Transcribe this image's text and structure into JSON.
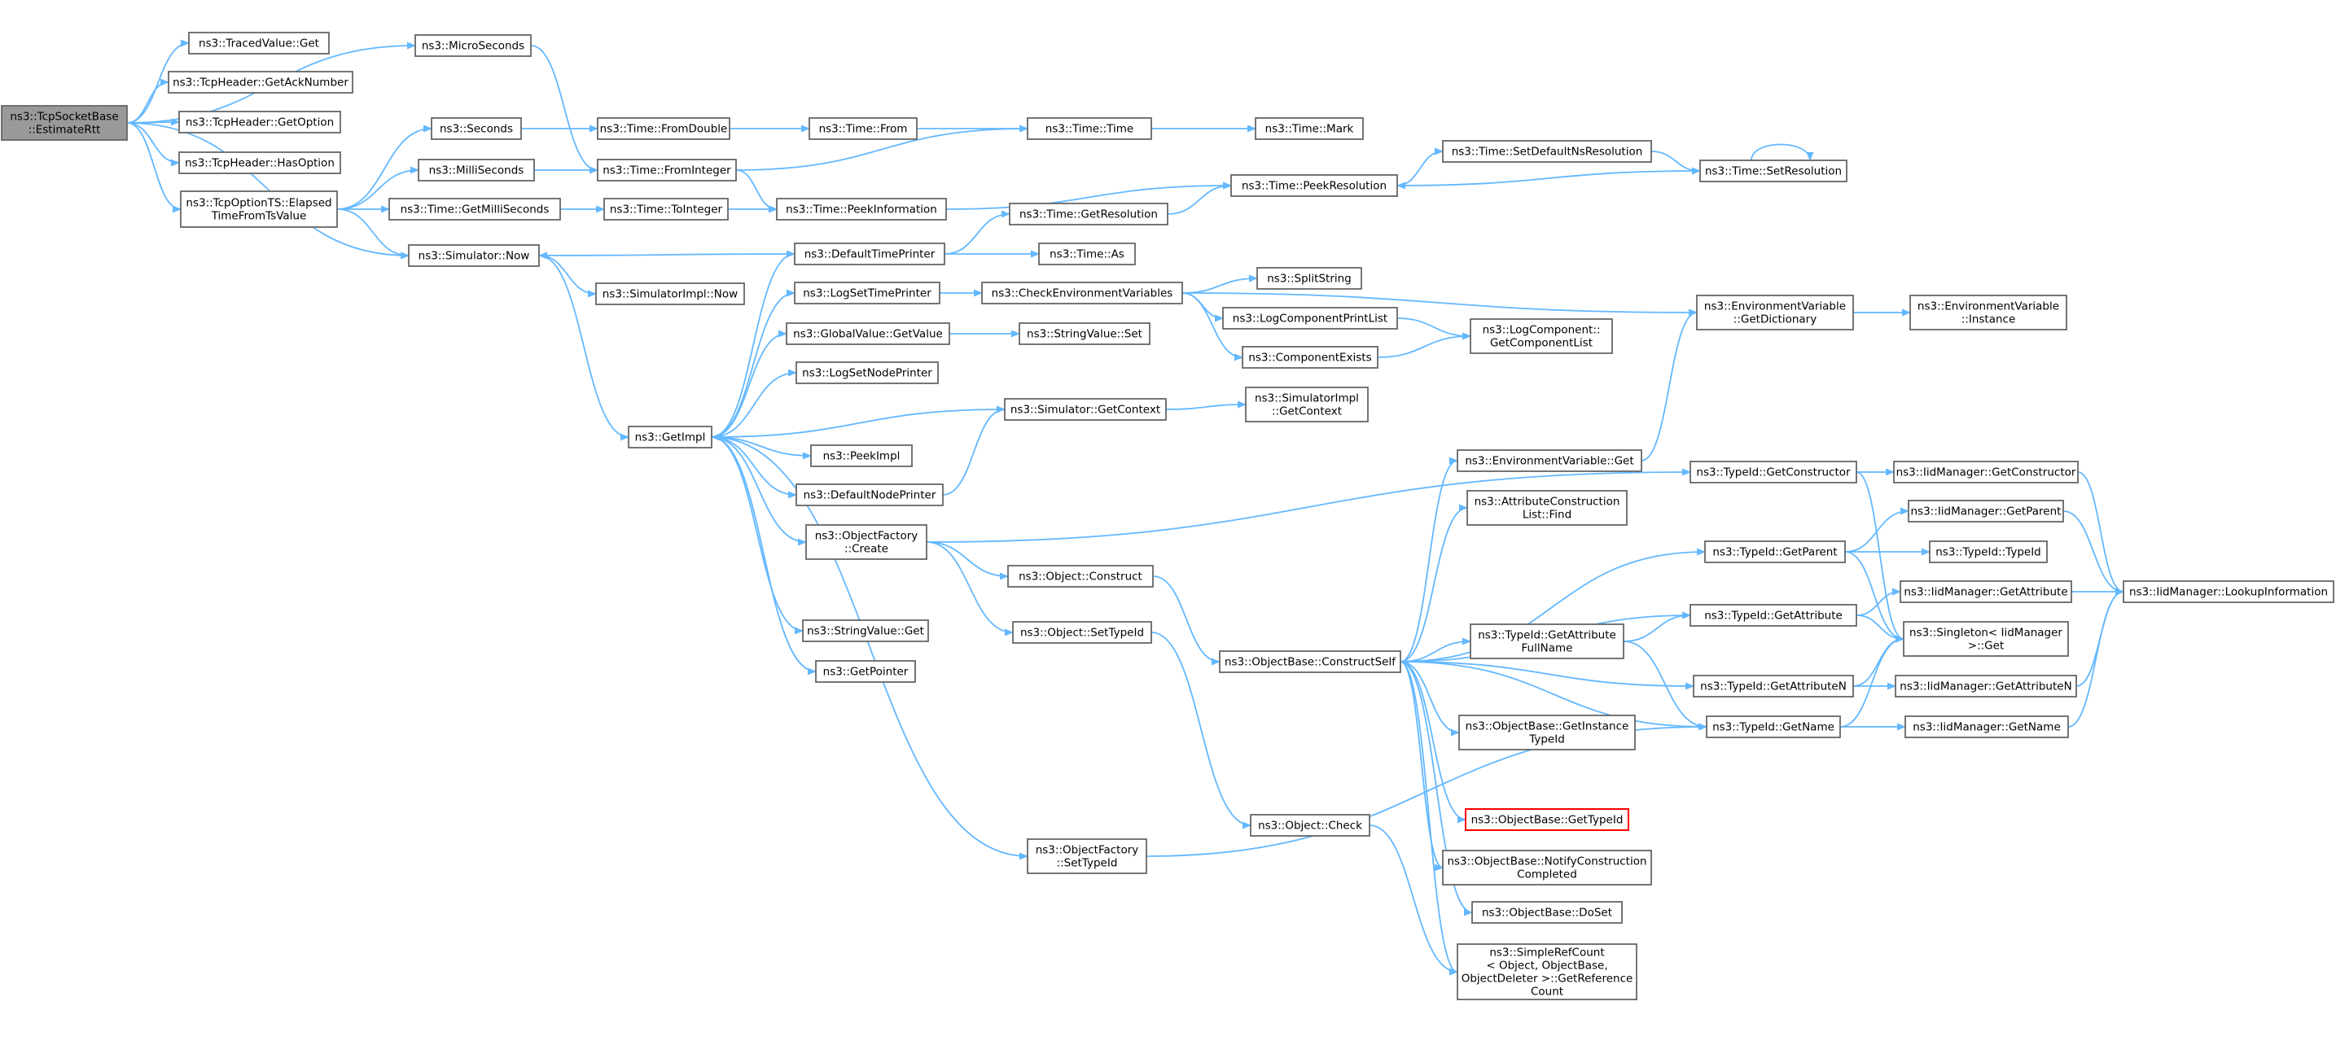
{
  "graph": {
    "title": "ns3::TcpSocketBase::EstimateRtt call graph",
    "colors": {
      "edge": "#63b8ff",
      "node_border": "#666666",
      "root_fill": "#999999",
      "highlight_border": "#ff0000"
    },
    "nodes": [
      {
        "id": "root",
        "lines": [
          "ns3::TcpSocketBase",
          "::EstimateRtt"
        ]
      },
      {
        "id": "tracedGet",
        "lines": [
          "ns3::TracedValue::Get"
        ]
      },
      {
        "id": "micro",
        "lines": [
          "ns3::MicroSeconds"
        ]
      },
      {
        "id": "ackNum",
        "lines": [
          "ns3::TcpHeader::GetAckNumber"
        ]
      },
      {
        "id": "getOpt",
        "lines": [
          "ns3::TcpHeader::GetOption"
        ]
      },
      {
        "id": "hasOpt",
        "lines": [
          "ns3::TcpHeader::HasOption"
        ]
      },
      {
        "id": "tsElapsed",
        "lines": [
          "ns3::TcpOptionTS::Elapsed",
          "TimeFromTsValue"
        ]
      },
      {
        "id": "seconds",
        "lines": [
          "ns3::Seconds"
        ]
      },
      {
        "id": "milli",
        "lines": [
          "ns3::MilliSeconds"
        ]
      },
      {
        "id": "getMilli",
        "lines": [
          "ns3::Time::GetMilliSeconds"
        ]
      },
      {
        "id": "simNow",
        "lines": [
          "ns3::Simulator::Now"
        ]
      },
      {
        "id": "fromDouble",
        "lines": [
          "ns3::Time::FromDouble"
        ]
      },
      {
        "id": "fromInteger",
        "lines": [
          "ns3::Time::FromInteger"
        ]
      },
      {
        "id": "toInteger",
        "lines": [
          "ns3::Time::ToInteger"
        ]
      },
      {
        "id": "simImplNow",
        "lines": [
          "ns3::SimulatorImpl::Now"
        ]
      },
      {
        "id": "timeFrom",
        "lines": [
          "ns3::Time::From"
        ]
      },
      {
        "id": "peekInfo",
        "lines": [
          "ns3::Time::PeekInformation"
        ]
      },
      {
        "id": "timeTime",
        "lines": [
          "ns3::Time::Time"
        ]
      },
      {
        "id": "timeMark",
        "lines": [
          "ns3::Time::Mark"
        ]
      },
      {
        "id": "getRes",
        "lines": [
          "ns3::Time::GetResolution"
        ]
      },
      {
        "id": "peekRes",
        "lines": [
          "ns3::Time::PeekResolution"
        ]
      },
      {
        "id": "setDefRes",
        "lines": [
          "ns3::Time::SetDefaultNsResolution"
        ]
      },
      {
        "id": "setRes",
        "lines": [
          "ns3::Time::SetResolution"
        ]
      },
      {
        "id": "defTimePrinter",
        "lines": [
          "ns3::DefaultTimePrinter"
        ]
      },
      {
        "id": "timeAs",
        "lines": [
          "ns3::Time::As"
        ]
      },
      {
        "id": "logSetTime",
        "lines": [
          "ns3::LogSetTimePrinter"
        ]
      },
      {
        "id": "checkEnv",
        "lines": [
          "ns3::CheckEnvironmentVariables"
        ]
      },
      {
        "id": "splitStr",
        "lines": [
          "ns3::SplitString"
        ]
      },
      {
        "id": "globalGet",
        "lines": [
          "ns3::GlobalValue::GetValue"
        ]
      },
      {
        "id": "strValSet",
        "lines": [
          "ns3::StringValue::Set"
        ]
      },
      {
        "id": "logCompPrint",
        "lines": [
          "ns3::LogComponentPrintList"
        ]
      },
      {
        "id": "compExists",
        "lines": [
          "ns3::ComponentExists"
        ]
      },
      {
        "id": "logCompList",
        "lines": [
          "ns3::LogComponent::",
          "GetComponentList"
        ]
      },
      {
        "id": "envGetDict",
        "lines": [
          "ns3::EnvironmentVariable",
          "::GetDictionary"
        ]
      },
      {
        "id": "envInst",
        "lines": [
          "ns3::EnvironmentVariable",
          "::Instance"
        ]
      },
      {
        "id": "logSetNode",
        "lines": [
          "ns3::LogSetNodePrinter"
        ]
      },
      {
        "id": "getImpl",
        "lines": [
          "ns3::GetImpl"
        ]
      },
      {
        "id": "simGetCtx",
        "lines": [
          "ns3::Simulator::GetContext"
        ]
      },
      {
        "id": "simImplCtx",
        "lines": [
          "ns3::SimulatorImpl",
          "::GetContext"
        ]
      },
      {
        "id": "peekImpl",
        "lines": [
          "ns3::PeekImpl"
        ]
      },
      {
        "id": "defNodePrinter",
        "lines": [
          "ns3::DefaultNodePrinter"
        ]
      },
      {
        "id": "objFactCreate",
        "lines": [
          "ns3::ObjectFactory",
          "::Create"
        ]
      },
      {
        "id": "strValGet",
        "lines": [
          "ns3::StringValue::Get"
        ]
      },
      {
        "id": "getPointer",
        "lines": [
          "ns3::GetPointer"
        ]
      },
      {
        "id": "objConstruct",
        "lines": [
          "ns3::Object::Construct"
        ]
      },
      {
        "id": "objSetTypeId",
        "lines": [
          "ns3::Object::SetTypeId"
        ]
      },
      {
        "id": "objFactSetTypeId",
        "lines": [
          "ns3::ObjectFactory",
          "::SetTypeId"
        ]
      },
      {
        "id": "constructSelf",
        "lines": [
          "ns3::ObjectBase::ConstructSelf"
        ]
      },
      {
        "id": "objCheck",
        "lines": [
          "ns3::Object::Check"
        ]
      },
      {
        "id": "envGet",
        "lines": [
          "ns3::EnvironmentVariable::Get"
        ]
      },
      {
        "id": "attrConsFind",
        "lines": [
          "ns3::AttributeConstruction",
          "List::Find"
        ]
      },
      {
        "id": "tidGetAttrFull",
        "lines": [
          "ns3::TypeId::GetAttribute",
          "FullName"
        ]
      },
      {
        "id": "getInstTid",
        "lines": [
          "ns3::ObjectBase::GetInstance",
          "TypeId"
        ]
      },
      {
        "id": "obGetTid",
        "lines": [
          "ns3::ObjectBase::GetTypeId"
        ]
      },
      {
        "id": "notifyCons",
        "lines": [
          "ns3::ObjectBase::NotifyConstruction",
          "Completed"
        ]
      },
      {
        "id": "doSet",
        "lines": [
          "ns3::ObjectBase::DoSet"
        ]
      },
      {
        "id": "srcGetRef",
        "lines": [
          "ns3::SimpleRefCount",
          "< Object, ObjectBase,",
          "ObjectDeleter >::GetReference",
          "Count"
        ]
      },
      {
        "id": "tidGetCons",
        "lines": [
          "ns3::TypeId::GetConstructor"
        ]
      },
      {
        "id": "tidGetParent",
        "lines": [
          "ns3::TypeId::GetParent"
        ]
      },
      {
        "id": "tidGetAttr",
        "lines": [
          "ns3::TypeId::GetAttribute"
        ]
      },
      {
        "id": "tidGetAttrN",
        "lines": [
          "ns3::TypeId::GetAttributeN"
        ]
      },
      {
        "id": "tidGetName",
        "lines": [
          "ns3::TypeId::GetName"
        ]
      },
      {
        "id": "iidGetCons",
        "lines": [
          "ns3::IidManager::GetConstructor"
        ]
      },
      {
        "id": "iidGetParent",
        "lines": [
          "ns3::IidManager::GetParent"
        ]
      },
      {
        "id": "tidTypeId",
        "lines": [
          "ns3::TypeId::TypeId"
        ]
      },
      {
        "id": "iidGetAttr",
        "lines": [
          "ns3::IidManager::GetAttribute"
        ]
      },
      {
        "id": "singletonGet",
        "lines": [
          "ns3::Singleton< IidManager",
          " >::Get"
        ]
      },
      {
        "id": "iidGetAttrN",
        "lines": [
          "ns3::IidManager::GetAttributeN"
        ]
      },
      {
        "id": "iidGetName",
        "lines": [
          "ns3::IidManager::GetName"
        ]
      },
      {
        "id": "iidLookup",
        "lines": [
          "ns3::IidManager::LookupInformation"
        ]
      }
    ]
  }
}
